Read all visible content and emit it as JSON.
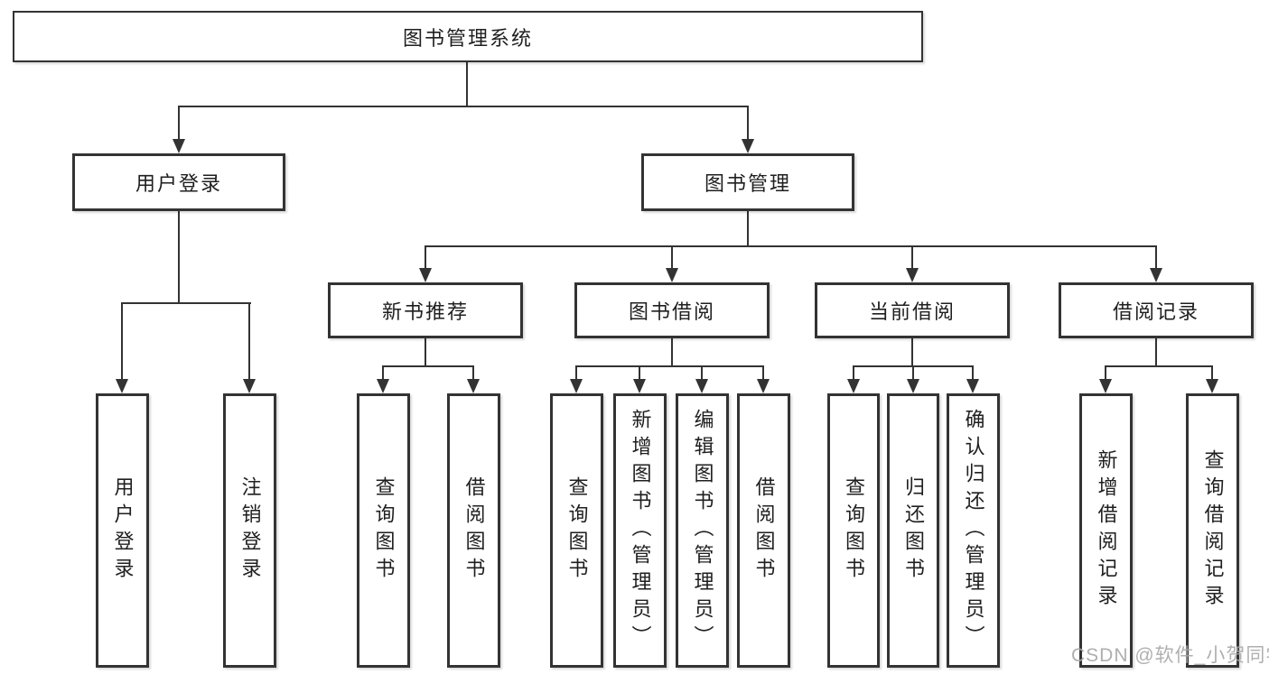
{
  "tree": {
    "root": {
      "label": "图书管理系统"
    },
    "branches": [
      {
        "label": "用户登录",
        "children": [
          {
            "label": "用户登录"
          },
          {
            "label": "注销登录"
          }
        ]
      },
      {
        "label": "图书管理",
        "children": [
          {
            "label": "新书推荐",
            "children": [
              {
                "label": "查询图书"
              },
              {
                "label": "借阅图书"
              }
            ]
          },
          {
            "label": "图书借阅",
            "children": [
              {
                "label": "查询图书"
              },
              {
                "label": "新增图书（管理员）"
              },
              {
                "label": "编辑图书（管理员）"
              },
              {
                "label": "借阅图书"
              }
            ]
          },
          {
            "label": "当前借阅",
            "children": [
              {
                "label": "查询图书"
              },
              {
                "label": "归还图书"
              },
              {
                "label": "确认归还（管理员）"
              }
            ]
          },
          {
            "label": "借阅记录",
            "children": [
              {
                "label": "新增借阅记录"
              },
              {
                "label": "查询借阅记录"
              }
            ]
          }
        ]
      }
    ]
  },
  "watermark": {
    "text": "CSDN @软件_小贺同学"
  },
  "colors": {
    "line": "#333333",
    "box-border": "#333333",
    "box-fill": "#ffffff",
    "text": "#1f1f1f",
    "watermark": "#a9a9a9",
    "background": "#ffffff"
  }
}
